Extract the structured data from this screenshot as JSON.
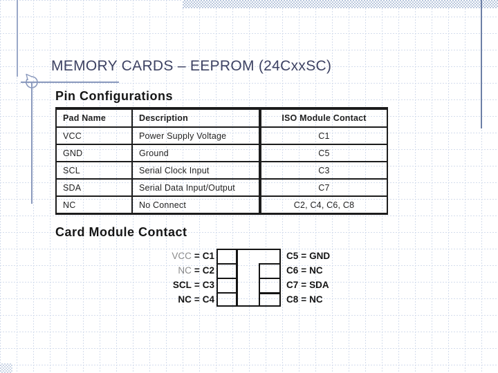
{
  "slide": {
    "title": "MEMORY CARDS – EEPROM (24CxxSC)"
  },
  "pin_configurations": {
    "heading": "Pin Configurations",
    "columns": [
      "Pad Name",
      "Description",
      "ISO Module Contact"
    ],
    "rows": [
      [
        "VCC",
        "Power Supply Voltage",
        "C1"
      ],
      [
        "GND",
        "Ground",
        "C5"
      ],
      [
        "SCL",
        "Serial Clock Input",
        "C3"
      ],
      [
        "SDA",
        "Serial Data Input/Output",
        "C7"
      ],
      [
        "NC",
        "No Connect",
        "C2, C4, C6, C8"
      ]
    ]
  },
  "card_module_contact": {
    "heading": "Card Module Contact",
    "eq": "=",
    "left_pads": [
      {
        "signal": "VCC",
        "contact": "C1"
      },
      {
        "signal": "NC",
        "contact": "C2"
      },
      {
        "signal": "SCL",
        "contact": "C3"
      },
      {
        "signal": "NC",
        "contact": "C4"
      }
    ],
    "right_pads": [
      {
        "contact": "C5",
        "signal": "GND"
      },
      {
        "contact": "C6",
        "signal": "NC"
      },
      {
        "contact": "C7",
        "signal": "SDA"
      },
      {
        "contact": "C8",
        "signal": "NC"
      }
    ]
  },
  "colors": {
    "title_text": "#3d4263",
    "decoration_line": "#8a99bd",
    "edge_rule": "#6c7fa6",
    "checker_band": "#b9c7dd",
    "grid_line": "#d3dcec",
    "scan_ink": "#1c1c1c"
  }
}
